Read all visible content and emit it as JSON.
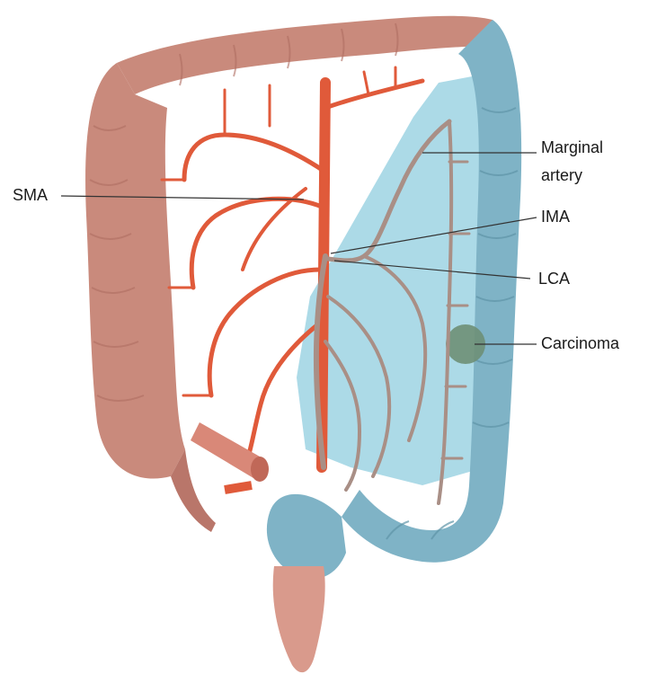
{
  "labels": {
    "sma": "SMA",
    "marginal_artery_line1": "Marginal",
    "marginal_artery_line2": "artery",
    "ima": "IMA",
    "lca": "LCA",
    "carcinoma": "Carcinoma"
  },
  "colors": {
    "colon_right": "#c98a7c",
    "colon_right_shade": "#b9766a",
    "colon_left": "#7fb3c6",
    "colon_left_shade": "#6a9fb3",
    "resected_region": "#9ed3e3",
    "sma_artery": "#e05a3a",
    "ima_artery": "#a98f86",
    "tumor": "#6e8f76",
    "rectum": "#d99a8c"
  }
}
